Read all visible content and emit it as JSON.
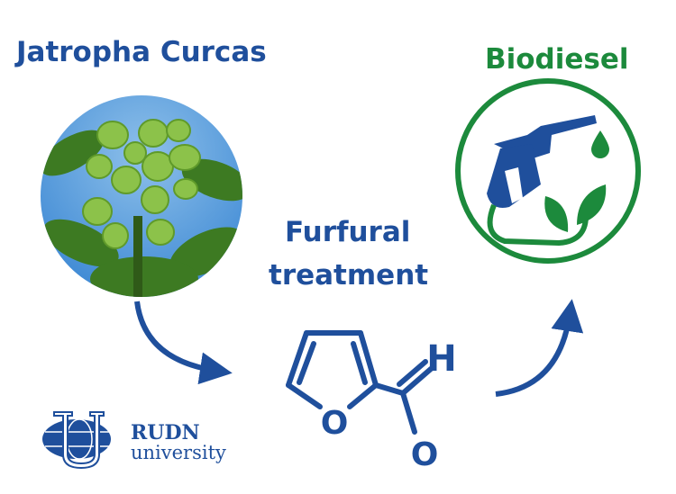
{
  "colors": {
    "blue": "#1f4f9c",
    "green": "#1c8a3c"
  },
  "labels": {
    "source": "Jatropha Curcas",
    "product": "Biodiesel",
    "process_line1": "Furfural",
    "process_line2": "treatment"
  },
  "molecule": {
    "ring_oxygen": "O",
    "aldehyde_hydrogen": "H",
    "aldehyde_oxygen": "O"
  },
  "logo": {
    "line1": "RUDN",
    "line2": "university"
  }
}
